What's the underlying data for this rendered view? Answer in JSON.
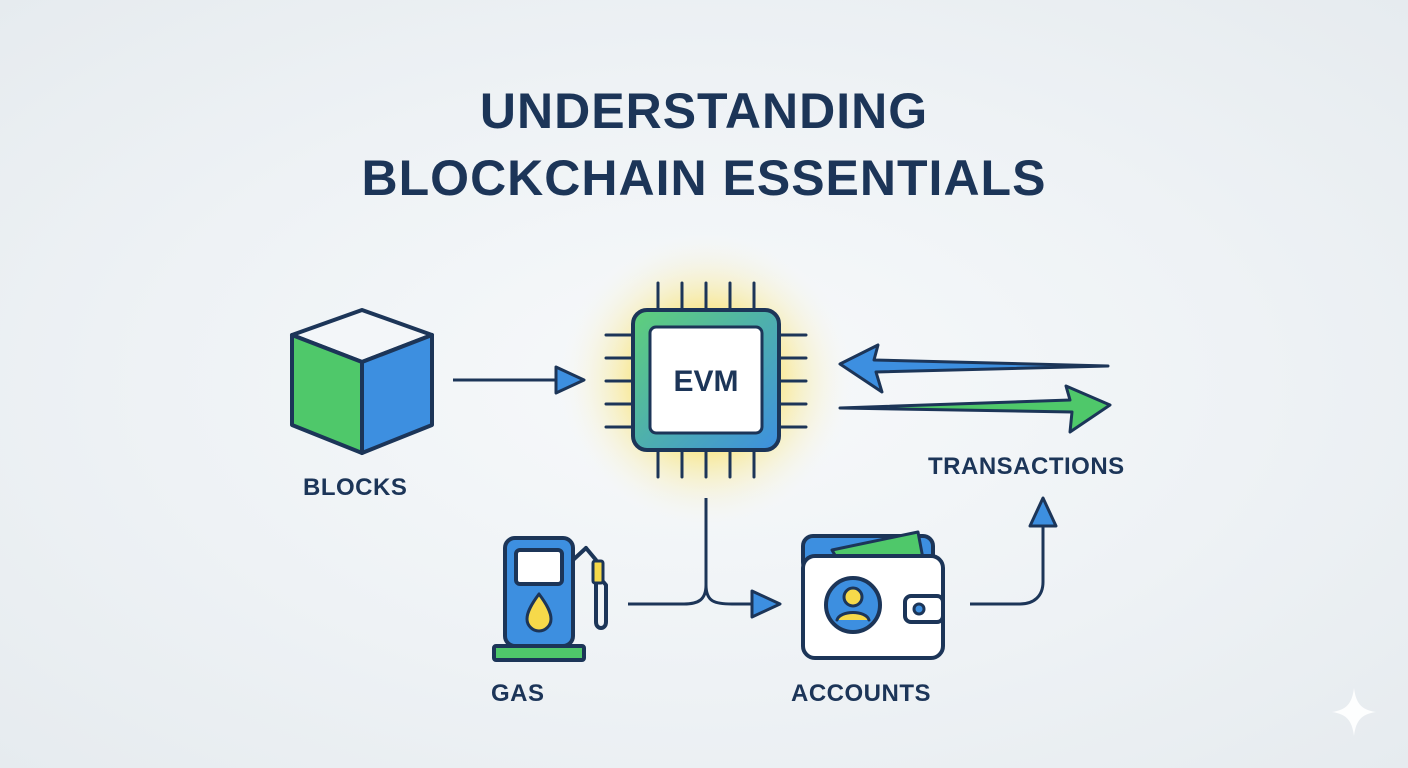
{
  "title": {
    "line1": "UNDERSTANDING",
    "line2": "BLOCKCHAIN ESSENTIALS"
  },
  "nodes": {
    "blocks": {
      "label": "BLOCKS",
      "icon": "cube-icon"
    },
    "evm": {
      "label": "EVM",
      "icon": "chip-icon"
    },
    "transactions": {
      "label": "TRANSACTIONS",
      "icon": "bidirectional-arrows-icon"
    },
    "gas": {
      "label": "GAS",
      "icon": "gas-pump-icon"
    },
    "accounts": {
      "label": "ACCOUNTS",
      "icon": "wallet-icon"
    }
  },
  "colors": {
    "navy": "#1c3558",
    "blue": "#3d8fe0",
    "green": "#4fc86a",
    "yellow": "#f6d94a",
    "background": "#eef2f5"
  }
}
